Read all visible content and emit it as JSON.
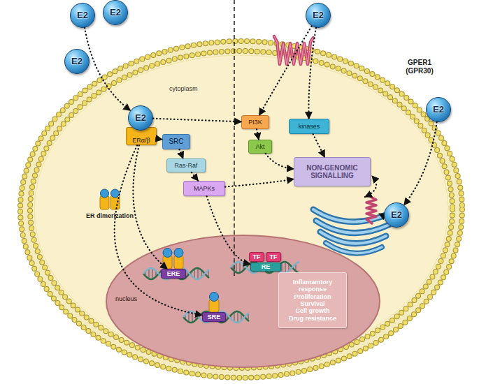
{
  "diagram": {
    "nodes": [
      {
        "text": [
          "E2"
        ]
      },
      {
        "text": [
          "E2"
        ]
      },
      {
        "text": [
          "E2"
        ]
      },
      {
        "text": [
          "E2"
        ]
      },
      {
        "text": [
          "E2"
        ]
      },
      {
        "text": [
          "cytoplasm"
        ]
      },
      {
        "text": [
          "ERα/β"
        ],
        "in": 5
      },
      {
        "text": [
          "E2"
        ],
        "in": 5
      },
      {
        "text": [
          "SRC"
        ],
        "in": 5
      },
      {
        "text": [
          "Ras-Raf"
        ],
        "in": 5
      },
      {
        "text": [
          "MAPKs"
        ],
        "in": 5
      },
      {
        "text": [
          "PI3K"
        ],
        "in": 5
      },
      {
        "text": [
          "Akt"
        ],
        "in": 5
      },
      {
        "text": [
          "kinases"
        ],
        "in": 5
      },
      {
        "text": [
          "NON-GENOMIC SIGNALLING"
        ],
        "in": 5
      },
      {
        "text": [
          "E2"
        ],
        "in": 5
      },
      {
        "text": [
          "nucleus"
        ],
        "in": 5
      },
      {
        "text": [
          "ERE"
        ],
        "in": 16
      },
      {
        "text": [
          "TF"
        ],
        "in": 16
      },
      {
        "text": [
          "TF"
        ],
        "in": 16
      },
      {
        "text": [
          "RE"
        ],
        "in": 16
      },
      {
        "text": [
          "SRE"
        ],
        "in": 16
      },
      {
        "text": [
          "Inflamamtory response",
          "Proliferation",
          "Survival",
          "Cell growth",
          "Drug resistance"
        ],
        "in": 16
      }
    ],
    "edges": [
      {
        "from": 0,
        "to": 7,
        "arrow": "to"
      },
      {
        "from": 3,
        "to": 11,
        "arrow": "to"
      },
      {
        "from": 3,
        "to": 13,
        "arrow": "to"
      },
      {
        "from": 7,
        "to": 11,
        "arrow": "to"
      },
      {
        "from": 6,
        "to": 8,
        "arrow": "to"
      },
      {
        "from": 8,
        "to": 9,
        "arrow": "to"
      },
      {
        "from": 9,
        "to": 10,
        "arrow": "to"
      },
      {
        "from": 10,
        "to": 14,
        "arrow": "to"
      },
      {
        "from": 11,
        "to": 12,
        "arrow": "to"
      },
      {
        "from": 12,
        "to": 14,
        "arrow": "to"
      },
      {
        "from": 13,
        "to": 14,
        "arrow": "to"
      },
      {
        "from": 10,
        "to": 20,
        "arrow": "to"
      },
      {
        "from": 6,
        "to": 17,
        "arrow": "to"
      },
      {
        "from": 6,
        "to": 21,
        "arrow": "to"
      },
      {
        "from": 4,
        "to": 15,
        "arrow": "to"
      }
    ],
    "labels": [
      "GPER1 (GPR30)",
      "ER dimerization"
    ]
  }
}
